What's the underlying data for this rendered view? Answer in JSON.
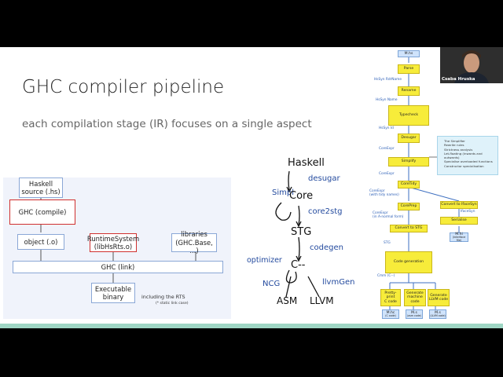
{
  "slide": {
    "title": "GHC compiler pipeline",
    "subtitle": "each compilation stage (IR) focuses on a single aspect"
  },
  "left_diagram": {
    "haskell_source": "Haskell\nsource (.hs)",
    "ghc_compile": "GHC (compile)",
    "object": "object (.o)",
    "runtime_system": "RuntimeSystem\n(libHsRts.o)",
    "libraries": "libraries\n(GHC.Base, ...)",
    "ghc_link": "GHC (link)",
    "executable": "Executable\nbinary",
    "including_rts": "including the RTS",
    "static_note": "(* static link case)"
  },
  "hand_diagram": {
    "haskell": "Haskell",
    "desugar": "desugar",
    "simpl": "Simpl",
    "core": "Core",
    "core2stg": "core2stg",
    "stg": "STG",
    "codegen": "codegen",
    "optimizer": "optimizer",
    "cmm": "C--",
    "ncg": "NCG",
    "llvmgen": "llvmGen",
    "asm": "ASM",
    "llvm": "LLVM"
  },
  "flowchart": {
    "mhs": "M.hs",
    "parse": "Parse",
    "hssyn_rdrname": "HsSyn RdrName",
    "rename": "Rename",
    "hssyn_name": "HsSyn Name",
    "typecheck": "Typecheck",
    "hssyn_id": "HsSyn Id",
    "desugar": "Desugar",
    "coreexpr_1": "CoreExpr",
    "simplify": "Simplify",
    "coreexpr_2": "CoreExpr",
    "coretidy": "CoreTidy",
    "coreexpr_tidy": "CoreExpr\n(with tidy names)",
    "coreprep": "CorePrep",
    "coreexpr_anf": "CoreExpr\n(in A-normal form)",
    "convert_stg": "Convert to STG",
    "convert_ifacesyn": "Convert to IfaceSyn",
    "ifacesyn": "IfaceSyn",
    "serialise": "Serialise",
    "mhi": "M.hi",
    "mhi_sub": "(interface file)",
    "stg": "STG",
    "codegen": "Code generation",
    "cmm": "Cmm (C--)",
    "pretty_print": "Pretty-print\nC code",
    "gen_machine": "Generate\nmachine code",
    "gen_llvm": "Generate\nLLVM code",
    "mhc": "M.hc",
    "mhc_sub": "(C code)",
    "ms_1": "M.s",
    "ms_1_sub": "(asm code)",
    "ms_2": "M.s",
    "ms_2_sub": "(LLVM code)",
    "simplifier_notes": [
      "The Simplifier",
      "Rewrite rules",
      "Strictness analysis",
      "Let-floating (inwards and outwards)",
      "Specialise overloaded functions",
      "Constructor specialisation"
    ]
  },
  "webcam": {
    "name": "Csaba Hruska"
  },
  "colors": {
    "flow_box": "#f7ec3a",
    "flow_label": "#2f61b8",
    "panel_bg": "#f0f3fb",
    "accent_red": "#d0302f",
    "bottom_bar": "#9fd6c4"
  }
}
